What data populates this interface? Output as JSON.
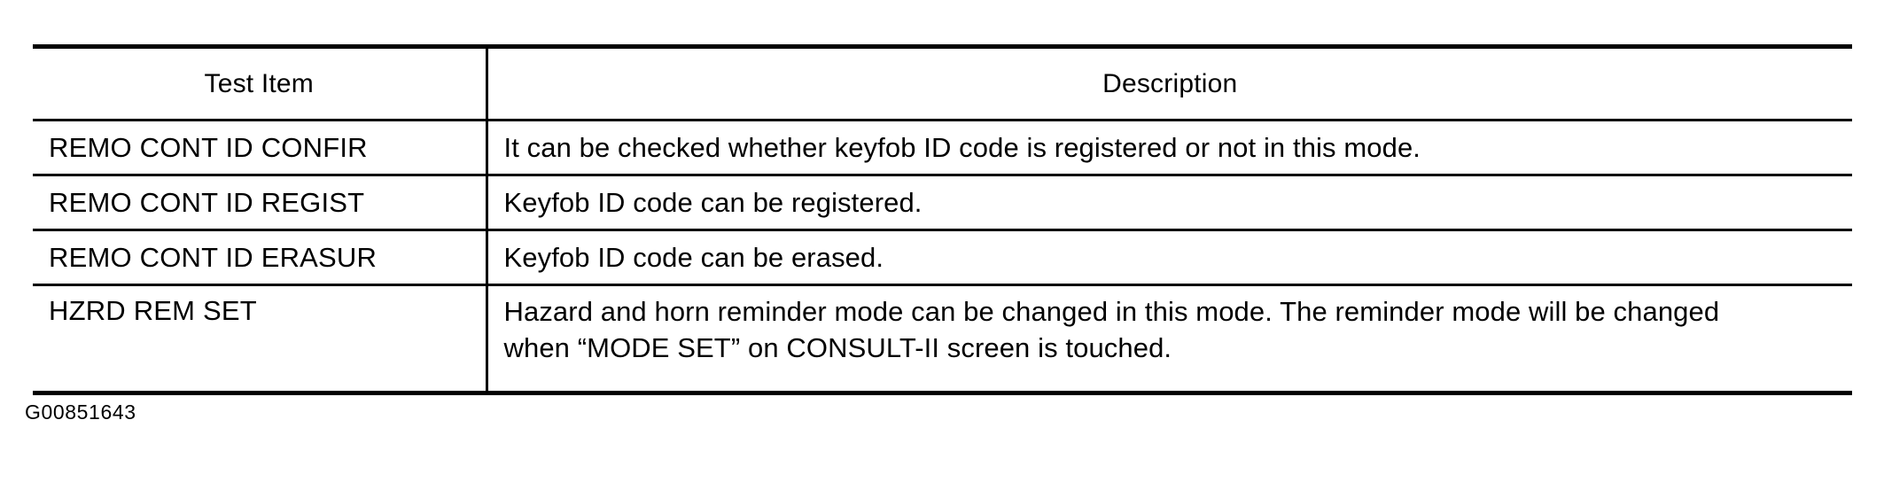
{
  "table": {
    "columns": [
      {
        "key": "test_item",
        "header": "Test Item"
      },
      {
        "key": "description",
        "header": "Description"
      }
    ],
    "rows": [
      {
        "test_item": "REMO CONT ID CONFIR",
        "description_lines": [
          "It can be checked whether keyfob ID code is registered or not in this mode."
        ]
      },
      {
        "test_item": "REMO CONT ID REGIST",
        "description_lines": [
          "Keyfob ID code can be registered."
        ]
      },
      {
        "test_item": "REMO CONT ID ERASUR",
        "description_lines": [
          "Keyfob ID code can be erased."
        ]
      },
      {
        "test_item": "HZRD REM SET",
        "description_lines": [
          "Hazard and horn reminder mode can be changed in this mode. The reminder mode will be changed",
          "when “MODE SET” on CONSULT-II screen is touched."
        ]
      }
    ]
  },
  "footer": {
    "figure_code": "G00851643"
  },
  "colors": {
    "ink": "#000000",
    "paper": "#ffffff"
  }
}
